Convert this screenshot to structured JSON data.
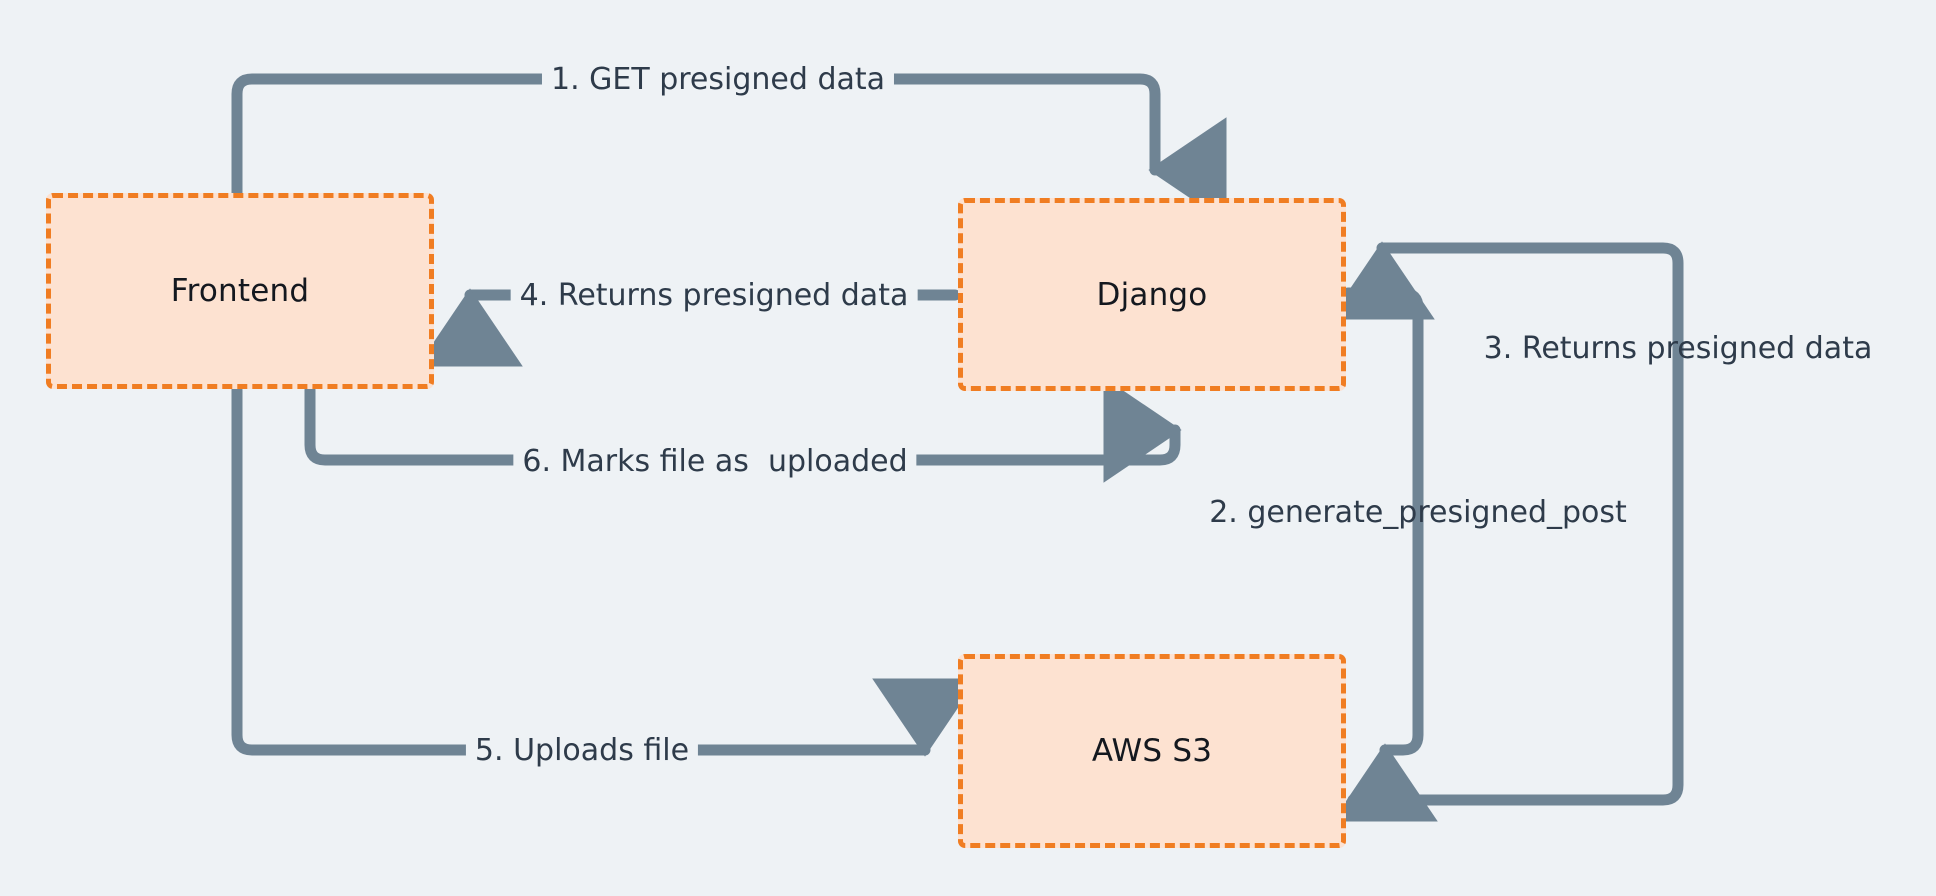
{
  "diagram": {
    "background_color": "#eef2f5",
    "node_fill": "#fde2d1",
    "node_border": "#f07d22",
    "edge_color": "#6f8494",
    "text_color": "#2e3b4a",
    "nodes": [
      {
        "id": "frontend",
        "label": "Frontend"
      },
      {
        "id": "django",
        "label": "Django"
      },
      {
        "id": "aws_s3",
        "label": "AWS S3"
      }
    ],
    "edges": [
      {
        "id": "step1",
        "label": "1. GET presigned data",
        "from": "frontend",
        "to": "django"
      },
      {
        "id": "step2",
        "label": "2. generate_presigned_post",
        "from": "django",
        "to": "aws_s3"
      },
      {
        "id": "step3",
        "label": "3. Returns presigned data",
        "from": "aws_s3",
        "to": "django"
      },
      {
        "id": "step4",
        "label": "4. Returns presigned data",
        "from": "django",
        "to": "frontend"
      },
      {
        "id": "step5",
        "label": "5. Uploads file",
        "from": "frontend",
        "to": "aws_s3"
      },
      {
        "id": "step6",
        "label": "6. Marks file as  uploaded",
        "from": "frontend",
        "to": "django"
      }
    ]
  }
}
